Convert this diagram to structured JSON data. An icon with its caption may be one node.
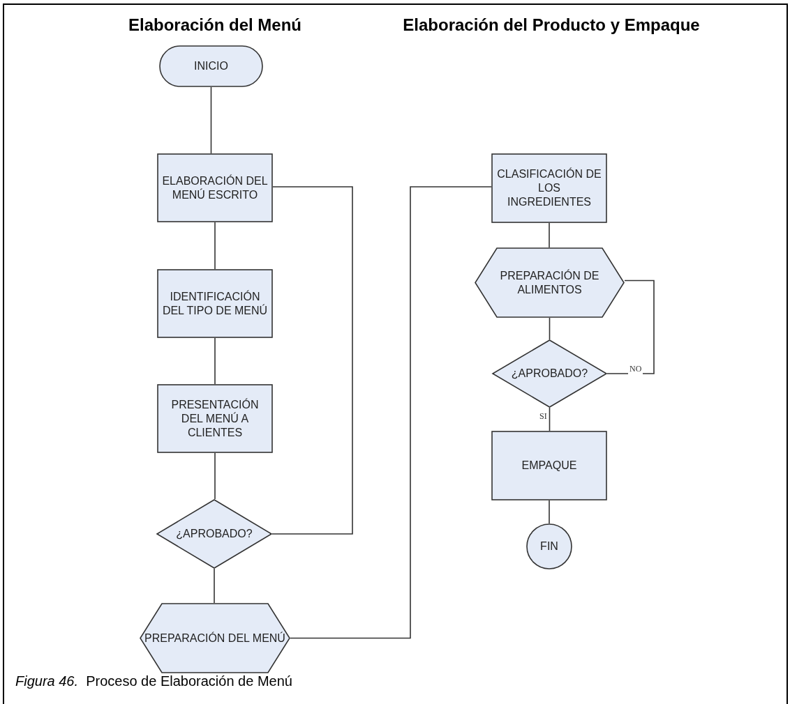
{
  "diagram": {
    "caption": "*Figura 46.*  Proceso de Elaboración de Menú",
    "nodes": [
      {
        "text": [
          "INICIO"
        ]
      },
      {
        "text": [
          "ELABORACIÓN DEL MENÚ ESCRITO"
        ]
      },
      {
        "text": [
          "IDENTIFICACIÓN DEL TIPO DE MENÚ"
        ]
      },
      {
        "text": [
          "PRESENTACIÓN DEL MENÚ A CLIENTES"
        ]
      },
      {
        "text": [
          "¿APROBADO?"
        ]
      },
      {
        "text": [
          "PREPARACIÓN DEL MENÚ"
        ]
      },
      {
        "text": [
          "CLASIFICACIÓN DE LOS INGREDIENTES"
        ]
      },
      {
        "text": [
          "PREPARACIÓN DE ALIMENTOS"
        ]
      },
      {
        "text": [
          "¿APROBADO?"
        ]
      },
      {
        "text": [
          "EMPAQUE"
        ]
      },
      {
        "text": [
          "FIN"
        ]
      }
    ],
    "edges": [
      {
        "from": 0,
        "to": 1,
        "arrow": "none"
      },
      {
        "from": 1,
        "to": 2,
        "arrow": "none"
      },
      {
        "from": 2,
        "to": 3,
        "arrow": "none"
      },
      {
        "from": 3,
        "to": 4,
        "arrow": "none"
      },
      {
        "from": 4,
        "to": 1,
        "arrow": "none"
      },
      {
        "from": 4,
        "to": 5,
        "arrow": "none"
      },
      {
        "from": 5,
        "to": 6,
        "arrow": "none"
      },
      {
        "from": 6,
        "to": 7,
        "arrow": "none"
      },
      {
        "from": 7,
        "to": 8,
        "arrow": "none"
      },
      {
        "from": 8,
        "to": 7,
        "arrow": "none",
        "label": "NO"
      },
      {
        "from": 8,
        "to": 9,
        "arrow": "none",
        "label": "SI"
      },
      {
        "from": 9,
        "to": 10,
        "arrow": "none"
      }
    ],
    "labels": [
      "Elaboración del Menú",
      "Elaboración del Producto y Empaque"
    ]
  }
}
